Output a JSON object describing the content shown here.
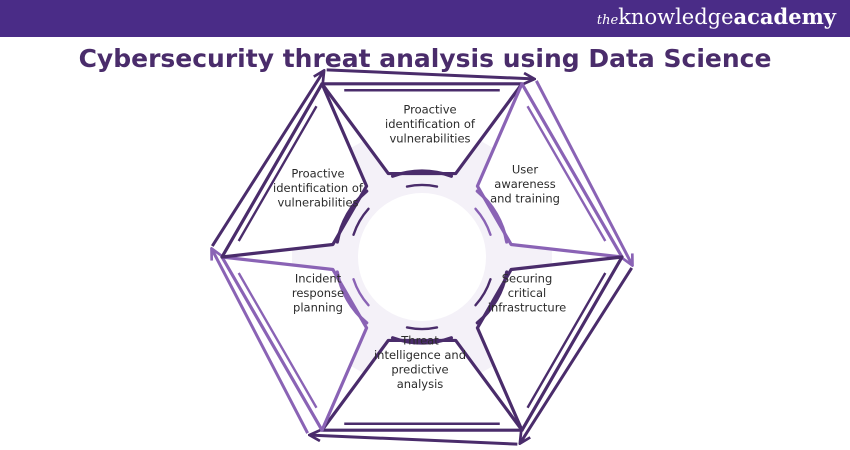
{
  "header": {
    "logo_the": "the",
    "logo_knowledge": "knowledge",
    "logo_academy": "academy"
  },
  "title": "Cybersecurity threat analysis using Data Science",
  "segments": [
    {
      "lines": [
        "Proactive",
        "identification of",
        "vulnerabilities"
      ]
    },
    {
      "lines": [
        "User",
        "awareness",
        "and training"
      ]
    },
    {
      "lines": [
        "Securing",
        "critical",
        "infrastructure"
      ]
    },
    {
      "lines": [
        "Threat",
        "intelligence and",
        "predictive",
        "analysis"
      ]
    },
    {
      "lines": [
        "Incident",
        "response",
        "planning"
      ]
    },
    {
      "lines": [
        "Proactive",
        "identification of",
        "vulnerabilities"
      ]
    }
  ],
  "colors": {
    "header_bg": "#4a2c87",
    "dark_purple": "#4a2c6b",
    "light_purple": "#8a63b5",
    "title": "#4a2c6b"
  }
}
